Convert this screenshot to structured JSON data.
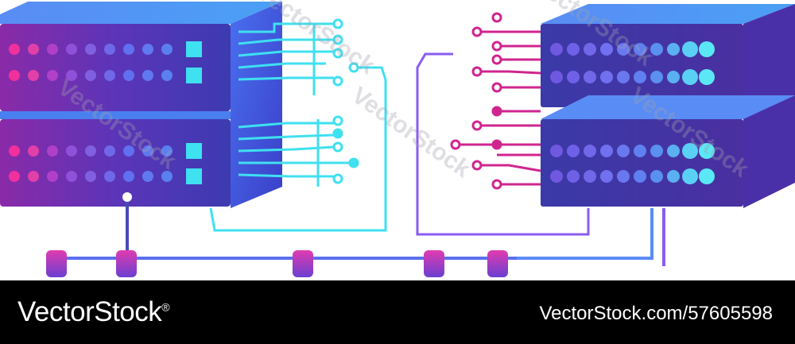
{
  "watermark": "VectorStock",
  "footer": {
    "brand": "VectorStock",
    "brand_reg": "®",
    "stock_id": "VectorStock.com/57605598"
  },
  "colors": {
    "server_dark": "#3b2a8f",
    "server_mid": "#5a3fc9",
    "server_top": "#6a7ef5",
    "magenta": "#e0238f",
    "cyan": "#3fe0f0",
    "violet": "#8a5cf0",
    "footer_bg": "#000000",
    "footer_text": "#ffffff"
  }
}
